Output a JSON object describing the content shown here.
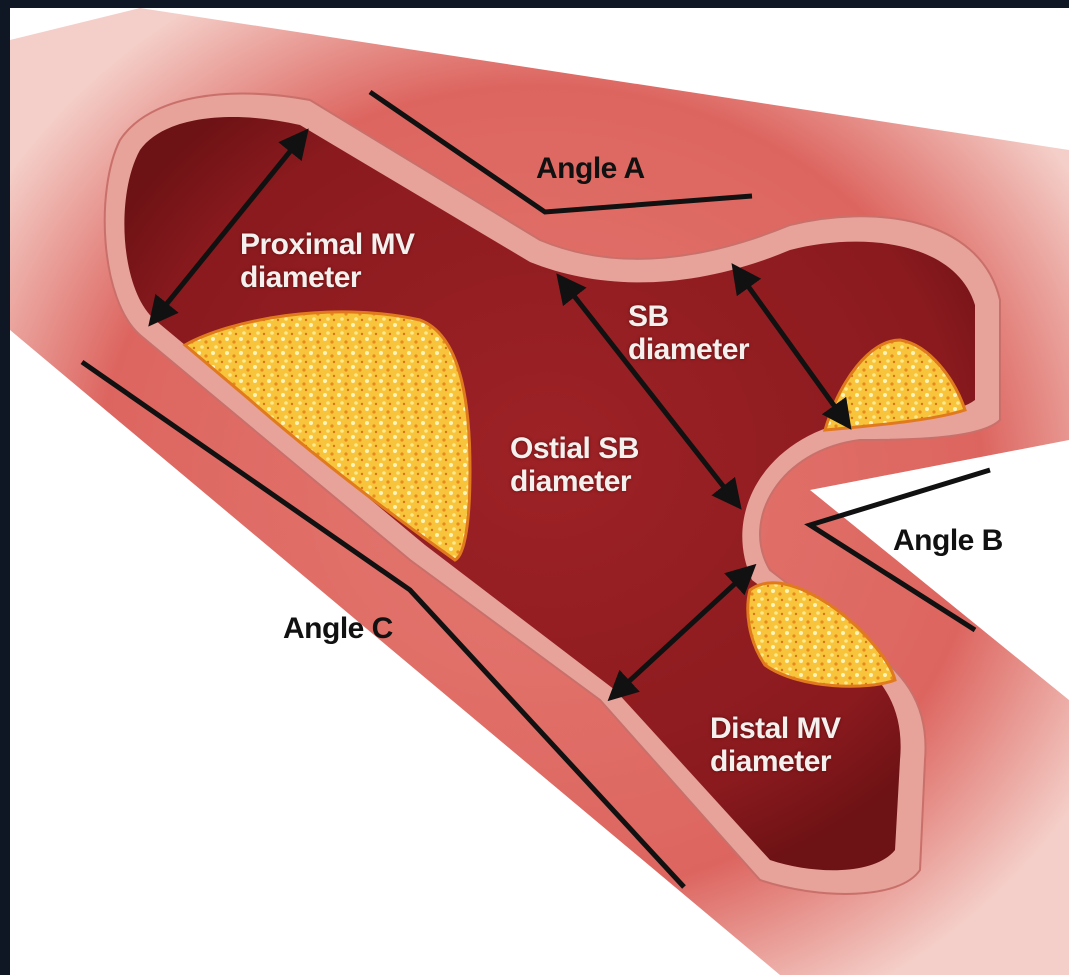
{
  "labels": {
    "proximal_mv": [
      "Proximal MV",
      "diameter"
    ],
    "sb": [
      "SB",
      "diameter"
    ],
    "ostial_sb": [
      "Ostial SB",
      "diameter"
    ],
    "distal_mv": [
      "Distal MV",
      "diameter"
    ],
    "angle_a": "Angle A",
    "angle_b": "Angle B",
    "angle_c": "Angle C"
  },
  "colors": {
    "background_frame": "#0f1724",
    "canvas": "#ffffff",
    "tissue": "#d9544e",
    "wall": "#e7a29a",
    "lumen": "#8e1b1f",
    "plaque": "#f6c23a",
    "line": "#111111"
  }
}
